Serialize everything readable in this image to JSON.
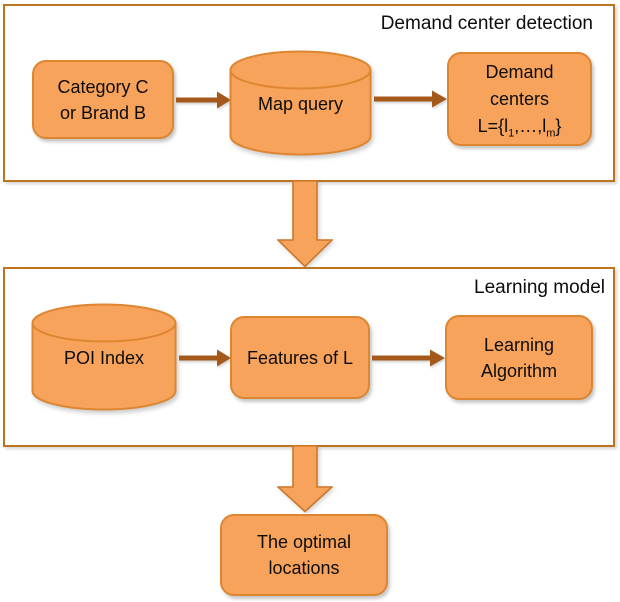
{
  "figure": {
    "type": "flowchart",
    "background": "#FFFFFF"
  },
  "colors": {
    "shape_fill": "#F8A35C",
    "shape_border": "#DE8530",
    "container_border": "#BE731E",
    "connector": "#A4591B",
    "big_arrow_border": "#CD7829",
    "text": "#111111"
  },
  "sections": {
    "demand": {
      "title": "Demand center detection"
    },
    "learning": {
      "title": "Learning model"
    }
  },
  "nodes": {
    "category": {
      "line1": "Category C",
      "line2": "or Brand B",
      "shape": "rounded-rectangle"
    },
    "map_query": {
      "label": "Map query",
      "shape": "database-cylinder"
    },
    "demand_centers": {
      "line1": "Demand",
      "line2": "centers",
      "formula": {
        "pre": "L={l",
        "sub1": "1",
        "mid": ",…,l",
        "sub2": "m",
        "post": "}"
      },
      "shape": "rounded-rectangle"
    },
    "poi_index": {
      "label": "POI Index",
      "shape": "database-cylinder"
    },
    "features": {
      "label": "Features of L",
      "shape": "rounded-rectangle"
    },
    "learning_algorithm": {
      "line1": "Learning",
      "line2": "Algorithm",
      "shape": "rounded-rectangle"
    },
    "optimal": {
      "line1": "The optimal",
      "line2": "locations",
      "shape": "rounded-rectangle"
    }
  }
}
